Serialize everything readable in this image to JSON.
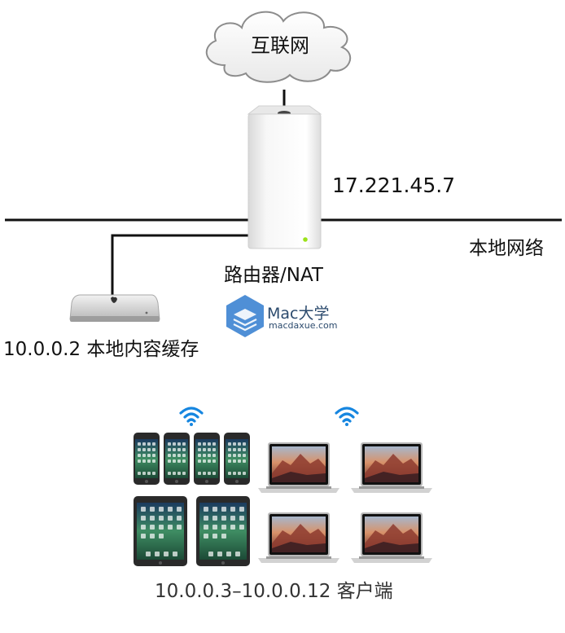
{
  "labels": {
    "internet": "互联网",
    "router_ip": "17.221.45.7",
    "local_network": "本地网络",
    "router": "路由器/NAT",
    "cache": "10.0.0.2 本地内容缓存",
    "clients": "10.0.0.3–10.0.0.12 客户端"
  },
  "watermark": {
    "title": "Mac大学",
    "site": "macdaxue.com"
  },
  "icons": {
    "cloud": "cloud-icon",
    "router": "airport-router-icon",
    "cache_server": "mac-mini-icon",
    "wifi": "wifi-icon",
    "iphone": "iphone-icon",
    "ipad": "ipad-icon",
    "laptop": "macbook-air-icon",
    "watermark_logo": "mac-daxue-logo-icon"
  },
  "clients": {
    "iphones": 4,
    "ipads": 2,
    "laptops": 4
  },
  "colors": {
    "line": "#111111",
    "router_led": "#9be21a",
    "watermark": "#3d7fd0"
  }
}
